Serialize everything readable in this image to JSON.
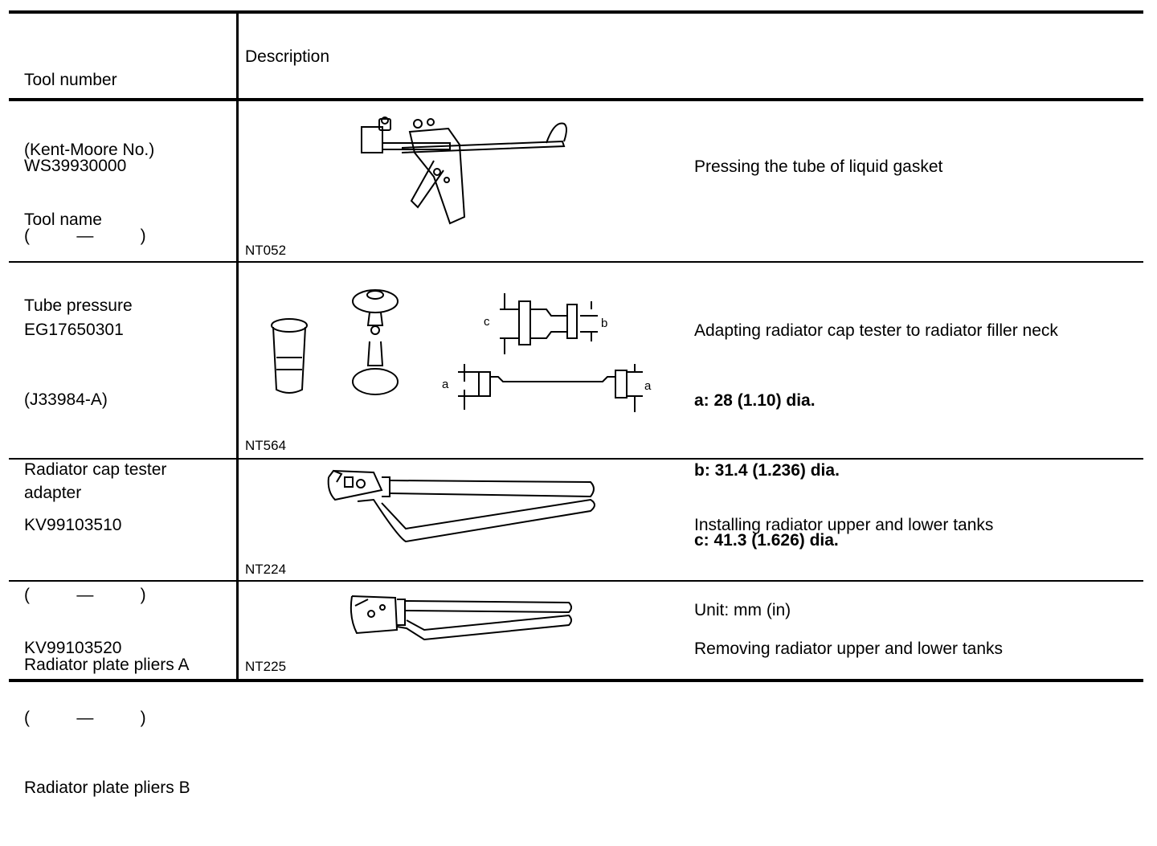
{
  "header": {
    "tool_col": [
      "Tool number",
      "(Kent-Moore No.)",
      "Tool name"
    ],
    "description": "Description"
  },
  "rows": [
    {
      "tool_number": "WS39930000",
      "kent_moore": "(          —          )",
      "tool_name": "Tube pressure",
      "figure_code": "NT052",
      "icon": "caulking-gun-illustration",
      "description": [
        "Pressing the tube of liquid gasket"
      ]
    },
    {
      "tool_number": "EG17650301",
      "kent_moore": "(J33984-A)",
      "tool_name": "Radiator cap tester\nadapter",
      "figure_code": "NT564",
      "icon": "cap-tester-adapter-illustration",
      "description": [
        "Adapting radiator cap tester to radiator filler neck"
      ],
      "dimensions": [
        "a: 28 (1.10) dia.",
        "b: 31.4 (1.236) dia.",
        "c: 41.3 (1.626) dia."
      ],
      "unit": "Unit: mm (in)",
      "labels": {
        "a": "a",
        "b": "b",
        "c": "c"
      }
    },
    {
      "tool_number": "KV99103510",
      "kent_moore": "(          —          )",
      "tool_name": "Radiator plate pliers A",
      "figure_code": "NT224",
      "icon": "plate-pliers-a-illustration",
      "description": [
        "Installing radiator upper and lower tanks"
      ]
    },
    {
      "tool_number": "KV99103520",
      "kent_moore": "(          —          )",
      "tool_name": "Radiator plate pliers B",
      "figure_code": "NT225",
      "icon": "plate-pliers-b-illustration",
      "description": [
        "Removing radiator upper and lower tanks"
      ]
    }
  ]
}
